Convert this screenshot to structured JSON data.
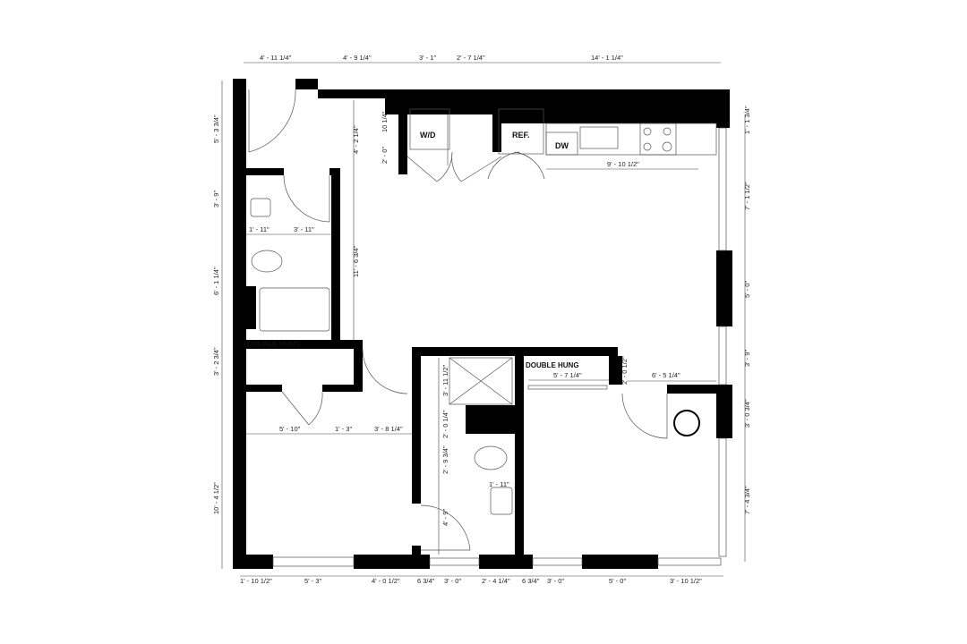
{
  "labels": {
    "washer_dryer": "W/D",
    "refrigerator": "REF.",
    "dishwasher": "DW",
    "double_hung_1": "DOUBLE HUNG",
    "double_hung_2": "DOUBLE HUNG"
  },
  "dims_top": [
    "4' - 11 1/4\"",
    "4' - 9 1/4\"",
    "3' - 1\"",
    "2' - 7 1/4\"",
    "14' - 1 1/4\""
  ],
  "dims_left": [
    "5' - 3 3/4\"",
    "3' - 9\"",
    "6' - 1 1/4\"",
    "3' - 2 3/4\"",
    "10' - 4 1/2\""
  ],
  "dims_right": [
    "1' - 1 3/4\"",
    "7' - 1 1/2\"",
    "5' - 0\"",
    "3' - 9\"",
    "3' - 0 3/4\"",
    "7' - 4 3/4\""
  ],
  "dims_bottom": [
    "1' - 10 1/2\"",
    "5' - 3\"",
    "4' - 0 1/2\"",
    "6 3/4\"",
    "3' - 0\"",
    "2' - 4 1/4\"",
    "6 3/4\"",
    "3' - 0\"",
    "5' - 0\"",
    "3' - 10 1/2\""
  ],
  "dims_interior": {
    "hall_height": "4' - 2 1/4\"",
    "laundry_depth": "2' - 0\"",
    "laundry_offset": "10 1/4\"",
    "counter_length": "9' - 10 1/2\"",
    "vanity_1": "1' - 11\"",
    "bath_1_width": "3' - 11\"",
    "hall_length": "11' - 6 3/4\"",
    "closet_width": "5' - 10\"",
    "wall_1": "1' - 3\"",
    "door_1": "3' - 8 1/4\"",
    "shower_depth": "3' - 11 1/2\"",
    "bath2_seg1": "2' - 0 1/4\"",
    "bath2_seg2": "2' - 9 3/4\"",
    "bath2_seg3": "4' - 9\"",
    "vanity_2": "1' - 11\"",
    "closet_2_width": "5' - 7 1/4\"",
    "closet_2_depth": "2' - 0 1/2\"",
    "bedroom_offset": "6' - 5 1/4\""
  }
}
